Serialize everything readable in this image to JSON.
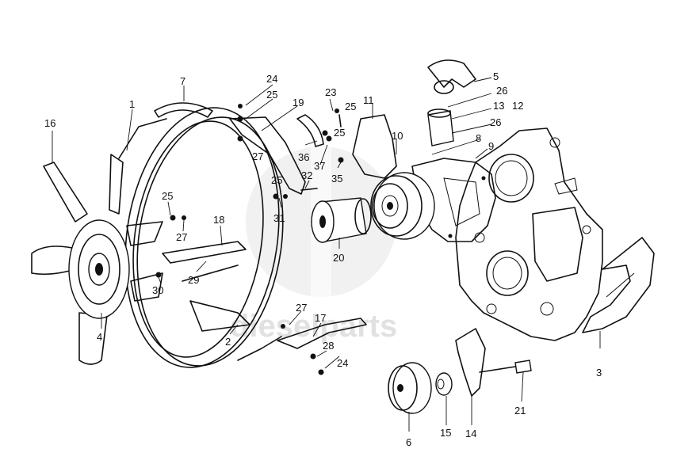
{
  "watermark": {
    "text": "dieselparts"
  },
  "labels": {
    "l1": "1",
    "l2": "2",
    "l3": "3",
    "l4": "4",
    "l5": "5",
    "l6": "6",
    "l7": "7",
    "l8": "8",
    "l9": "9",
    "l10": "10",
    "l11": "11",
    "l12": "12",
    "l13": "13",
    "l14": "14",
    "l15": "15",
    "l16": "16",
    "l17": "17",
    "l18": "18",
    "l19": "19",
    "l20": "20",
    "l21": "21",
    "l23": "23",
    "l24a": "24",
    "l24b": "24",
    "l25a": "25",
    "l25b": "25",
    "l25c": "25",
    "l25d": "25",
    "l25e": "25",
    "l26a": "26",
    "l26b": "26",
    "l27a": "27",
    "l27b": "27",
    "l27c": "27",
    "l28": "28",
    "l29": "29",
    "l30": "30",
    "l31": "31",
    "l32": "32",
    "l35": "35",
    "l36": "36",
    "l37": "37"
  }
}
